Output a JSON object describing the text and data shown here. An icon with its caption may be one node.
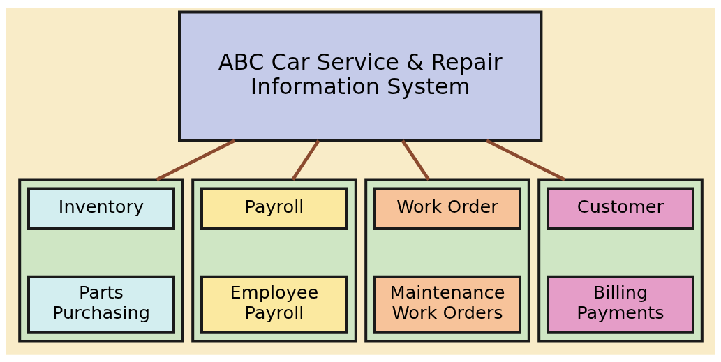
{
  "diagram": {
    "nodes": [
      {
        "text": [
          "ABC Car Service & Repair Information System"
        ]
      },
      {
        "text": [],
        "shape": "box"
      },
      {
        "text": [
          "Inventory"
        ],
        "in": 1
      },
      {
        "text": [
          "Parts Purchasing"
        ],
        "in": 1
      },
      {
        "text": [],
        "shape": "box"
      },
      {
        "text": [
          "Payroll"
        ],
        "in": 4
      },
      {
        "text": [
          "Employee Payroll"
        ],
        "in": 4
      },
      {
        "text": [],
        "shape": "box"
      },
      {
        "text": [
          "Work Order"
        ],
        "in": 7
      },
      {
        "text": [
          "Maintenance Work Orders"
        ],
        "in": 7
      },
      {
        "text": [],
        "shape": "box"
      },
      {
        "text": [
          "Customer"
        ],
        "in": 10
      },
      {
        "text": [
          "Billing Payments"
        ],
        "in": 10
      }
    ],
    "edges": [
      {
        "from": 0,
        "to": 1,
        "arrow": "none"
      },
      {
        "from": 0,
        "to": 4,
        "arrow": "none"
      },
      {
        "from": 0,
        "to": 7,
        "arrow": "none"
      },
      {
        "from": 0,
        "to": 10,
        "arrow": "none"
      }
    ]
  }
}
